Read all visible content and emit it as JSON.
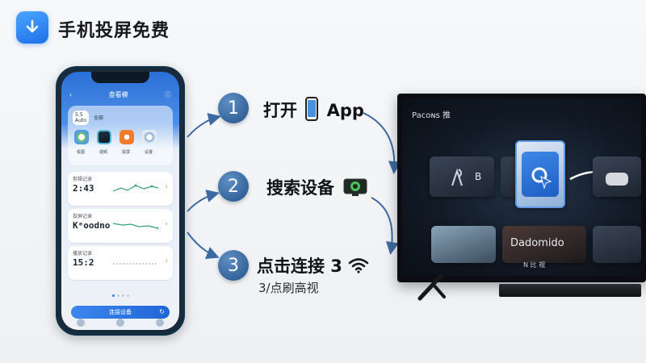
{
  "header": {
    "title": "手机投屏免费"
  },
  "phone": {
    "title": "查看模",
    "chip_label": "全部",
    "chip_badge": "5.5\nAuto",
    "app_labels": [
      "看图",
      "视频",
      "投屏",
      "设置"
    ],
    "cards": [
      {
        "label": "剪辑记录",
        "value": "2:43",
        "sub": ""
      },
      {
        "label": "投屏记录",
        "value": "Kᵉoodno",
        "sub": ""
      },
      {
        "label": "播放记录",
        "value": "15:2",
        "sub": ""
      }
    ],
    "primary_button": "连接设备"
  },
  "steps": [
    {
      "number": "1",
      "label": "打开",
      "label_suffix": "App"
    },
    {
      "number": "2",
      "label": "搜索设备"
    },
    {
      "number": "3",
      "label": "点击连接 3",
      "sub": "3/点刷高视"
    }
  ],
  "tv": {
    "title": "Paᴄoɴs 推",
    "tiles": {
      "top_left": "B",
      "bottom_center": "Dadomido"
    },
    "footer": "N 比 视"
  },
  "colors": {
    "accent": "#2166d8",
    "step_circle": "#2f5e95",
    "arrow": "#3e6aa3",
    "tv_bezel": "#0b0d12"
  }
}
